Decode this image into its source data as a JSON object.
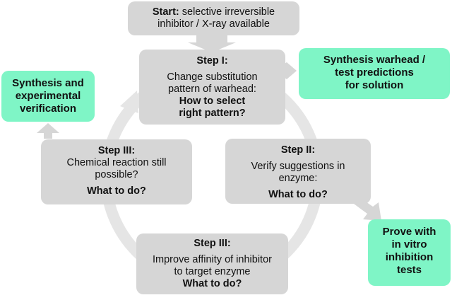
{
  "start": {
    "label": "Start:",
    "text_line1": "selective irreversible",
    "text_line2": "inhibitor / X-ray available"
  },
  "step1": {
    "title": "Step I:",
    "text_line1": "Change substitution",
    "text_line2": "pattern of warhead:",
    "question_line1": "How to select",
    "question_line2": "right pattern?"
  },
  "step2": {
    "title": "Step II:",
    "text_line1": "Verify suggestions in",
    "text_line2": "enzyme:",
    "question": "What to do?"
  },
  "step3_bottom": {
    "title": "Step III:",
    "text_line1": "Improve affinity of inhibitor",
    "text_line2": "to target enzyme",
    "question": "What to do?"
  },
  "step3_left": {
    "title": "Step III:",
    "text_line1": "Chemical reaction still",
    "text_line2": "possible?",
    "question": "What to do?"
  },
  "green_synthesis_warhead": {
    "line1": "Synthesis warhead /",
    "line2": "test predictions",
    "line3": "for solution"
  },
  "green_synthesis_experimental": {
    "line1": "Synthesis and",
    "line2": "experimental",
    "line3": "verification"
  },
  "green_prove": {
    "line1": "Prove with",
    "line2": "in vitro",
    "line3": "inhibition",
    "line4": "tests"
  },
  "colors": {
    "box_gray": "#d6d6d6",
    "cycle_gray": "#e5e5e5",
    "outcome_green": "#7ff5c6"
  }
}
